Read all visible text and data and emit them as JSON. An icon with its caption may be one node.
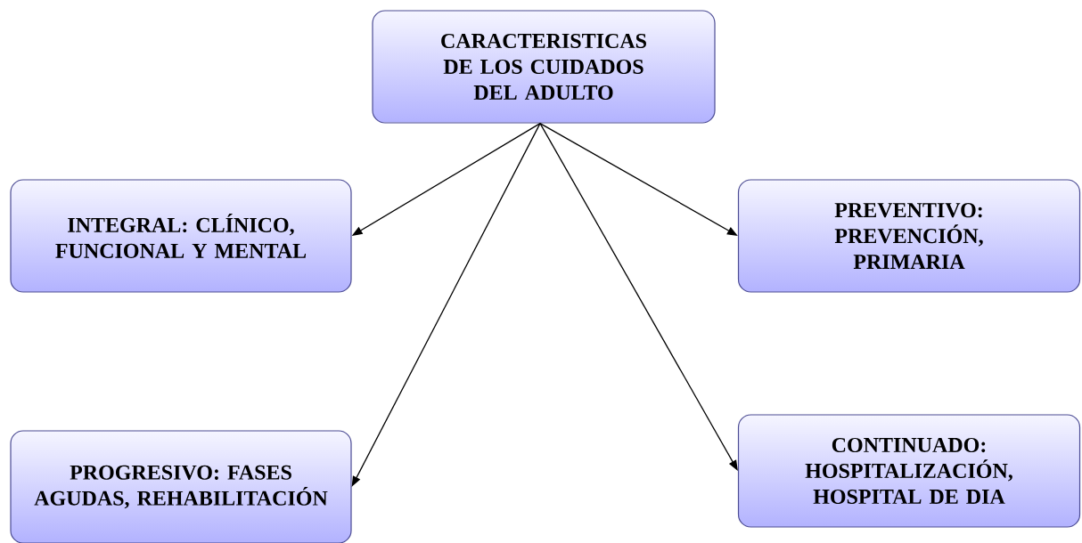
{
  "diagram": {
    "nodes": [
      {
        "text": [
          "CARACTERISTICAS DE LOS CUIDADOS DEL ADULTO"
        ]
      },
      {
        "text": [
          "INTEGRAL: CLÍNICO, FUNCIONAL Y MENTAL"
        ]
      },
      {
        "text": [
          "PREVENTIVO: PREVENCIÓN, PRIMARIA"
        ]
      },
      {
        "text": [
          "PROGRESIVO: FASES AGUDAS, REHABILITACIÓN"
        ]
      },
      {
        "text": [
          "CONTINUADO: HOSPITALIZACIÓN, HOSPITAL DE DIA"
        ]
      }
    ],
    "edges": [
      {
        "from": 0,
        "to": 1,
        "arrow": "to"
      },
      {
        "from": 0,
        "to": 2,
        "arrow": "to"
      },
      {
        "from": 0,
        "to": 3,
        "arrow": "to"
      },
      {
        "from": 0,
        "to": 4,
        "arrow": "to"
      }
    ]
  }
}
